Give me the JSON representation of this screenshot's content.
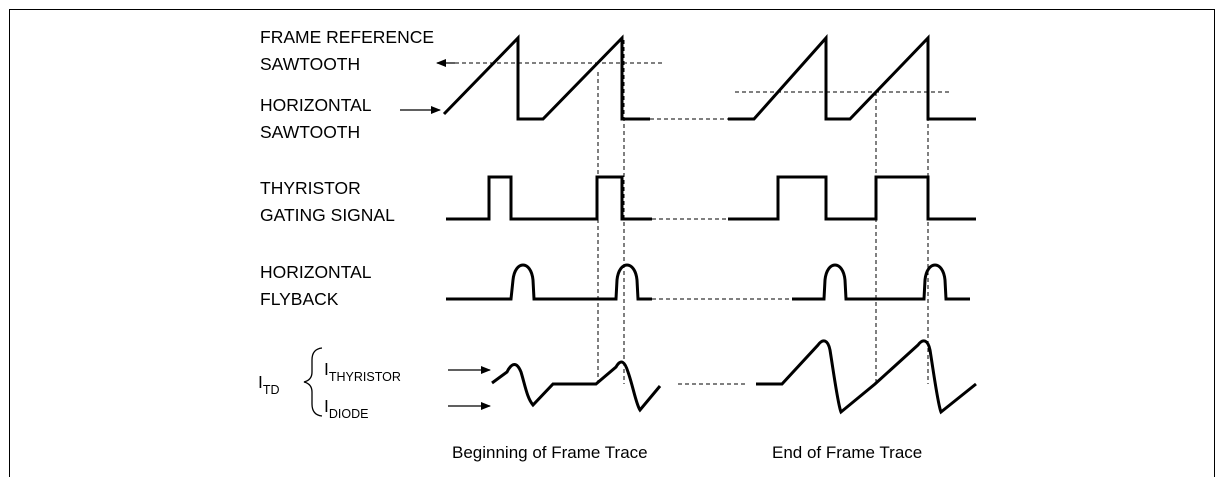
{
  "labels": {
    "frame_ref_line1": "FRAME REFERENCE",
    "frame_ref_line2": "SAWTOOTH",
    "horizontal_line1": "HORIZONTAL",
    "horizontal_line2": "SAWTOOTH",
    "thyristor_line1": "THYRISTOR",
    "thyristor_line2": "GATING SIGNAL",
    "flyback_line1": "HORIZONTAL",
    "flyback_line2": "FLYBACK",
    "itd_main": "I",
    "itd_sub": "TD",
    "ithy_main": "I",
    "ithy_sub": "THYRISTOR",
    "idiode_main": "I",
    "idiode_sub": "DIODE"
  },
  "captions": {
    "left": "Beginning of Frame Trace",
    "right": "End of Frame Trace"
  }
}
